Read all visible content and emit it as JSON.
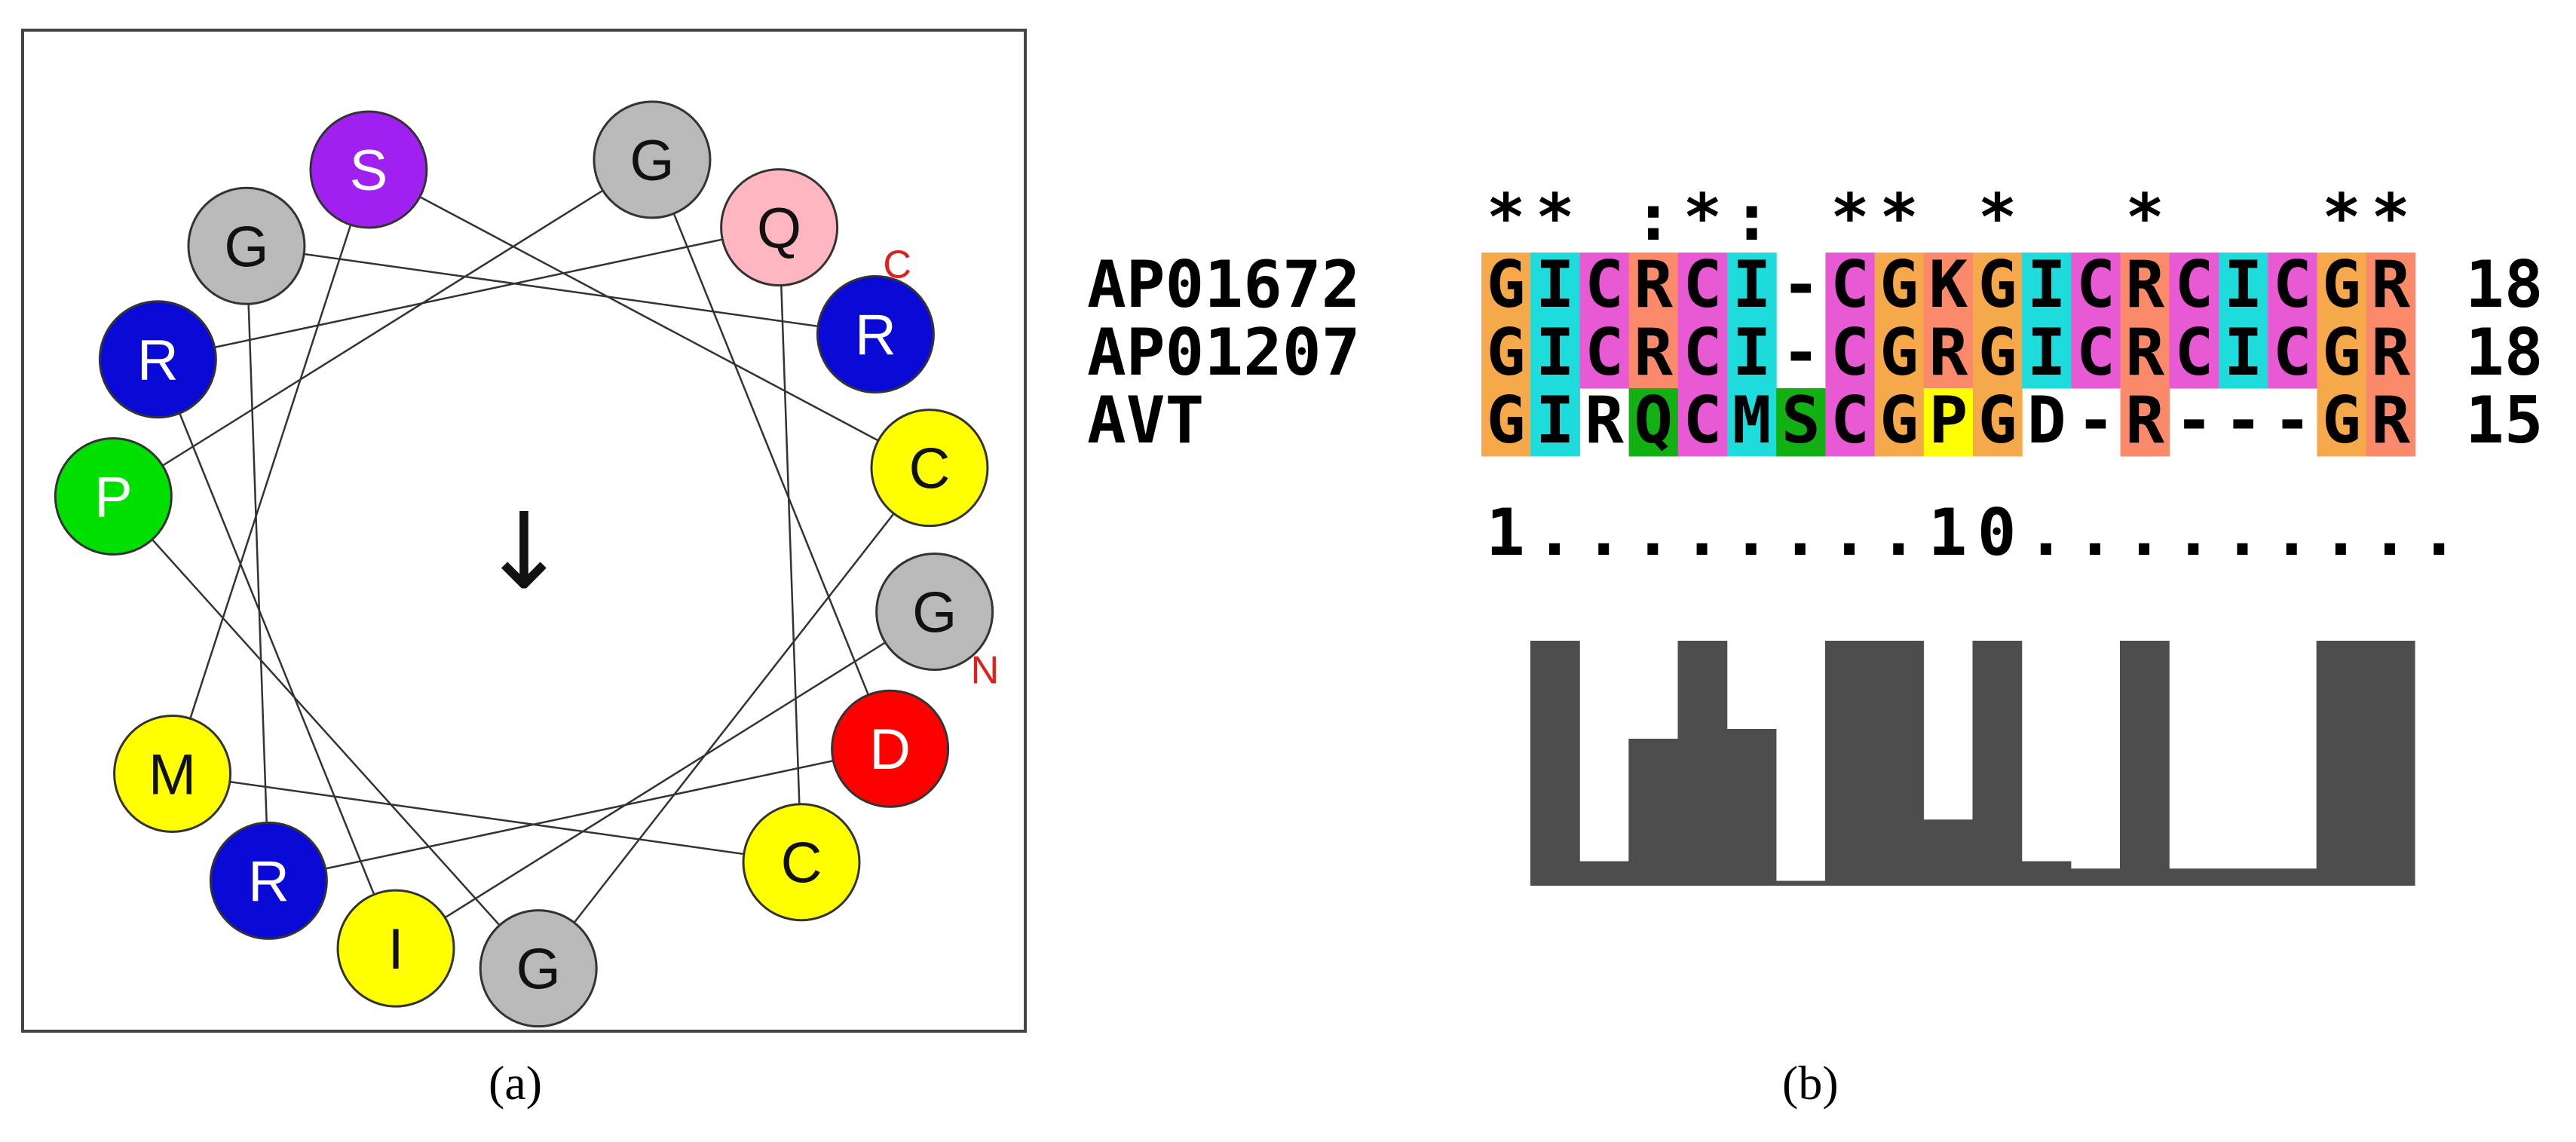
{
  "panel_a": {
    "label": "(a)",
    "arrow_glyph": "↓",
    "c_terminus_label": "C",
    "n_terminus_label": "N",
    "residues": [
      {
        "letter": "G",
        "color": "#b9b9b9",
        "text_color": "#111111"
      },
      {
        "letter": "I",
        "color": "#ffff00",
        "text_color": "#111111"
      },
      {
        "letter": "R",
        "color": "#0a0ad6",
        "text_color": "#ffffff"
      },
      {
        "letter": "Q",
        "color": "#ffb6c1",
        "text_color": "#111111"
      },
      {
        "letter": "C",
        "color": "#ffff00",
        "text_color": "#111111"
      },
      {
        "letter": "M",
        "color": "#ffff00",
        "text_color": "#111111"
      },
      {
        "letter": "S",
        "color": "#a020f0",
        "text_color": "#ffffff"
      },
      {
        "letter": "C",
        "color": "#ffff00",
        "text_color": "#111111"
      },
      {
        "letter": "G",
        "color": "#b9b9b9",
        "text_color": "#111111"
      },
      {
        "letter": "P",
        "color": "#00e000",
        "text_color": "#ffffff"
      },
      {
        "letter": "G",
        "color": "#b9b9b9",
        "text_color": "#111111"
      },
      {
        "letter": "D",
        "color": "#ff0000",
        "text_color": "#ffffff"
      },
      {
        "letter": "R",
        "color": "#0a0ad6",
        "text_color": "#ffffff"
      },
      {
        "letter": "G",
        "color": "#b9b9b9",
        "text_color": "#111111"
      },
      {
        "letter": "R",
        "color": "#0a0ad6",
        "text_color": "#ffffff"
      }
    ]
  },
  "panel_b": {
    "label": "(b)",
    "conservation_line": "** :*: ** *  *   **",
    "ruler": "1........10.........",
    "sequences": [
      {
        "name": "AP01672",
        "residues": "GICRCI-CGKGICRCICGR",
        "length": "18"
      },
      {
        "name": "AP01207",
        "residues": "GICRCI-CGRGICRCICGR",
        "length": "18"
      },
      {
        "name": "AVT",
        "residues": "GIRQCMSCGPGD-R---GR",
        "length": "15"
      }
    ],
    "highlight_colors": {
      "G": "#f5a94b",
      "I": "#1edcdc",
      "C": "#e85ad4",
      "R": "#fa8a6a",
      "K": "#fa8a6a",
      "Q": "#12b012",
      "M": "#1edcdc",
      "S": "#12b012",
      "P": "#ffff00",
      "D": null,
      "-": null
    },
    "highlight_rules": [
      [
        1,
        1,
        1,
        1,
        1,
        1,
        0,
        1,
        1,
        1,
        1,
        1,
        1,
        1,
        1,
        1,
        1,
        1,
        1
      ],
      [
        1,
        1,
        1,
        1,
        1,
        1,
        0,
        1,
        1,
        1,
        1,
        1,
        1,
        1,
        1,
        1,
        1,
        1,
        1
      ],
      [
        1,
        1,
        0,
        1,
        1,
        1,
        1,
        1,
        1,
        1,
        1,
        0,
        0,
        1,
        0,
        0,
        0,
        1,
        1
      ]
    ],
    "conservation_histogram": [
      1.0,
      0.1,
      0.6,
      1.0,
      0.64,
      0.02,
      1.0,
      1.0,
      0.27,
      1.0,
      0.1,
      0.07,
      1.0,
      0.07,
      0.07,
      0.07,
      1.0,
      1.0
    ]
  }
}
